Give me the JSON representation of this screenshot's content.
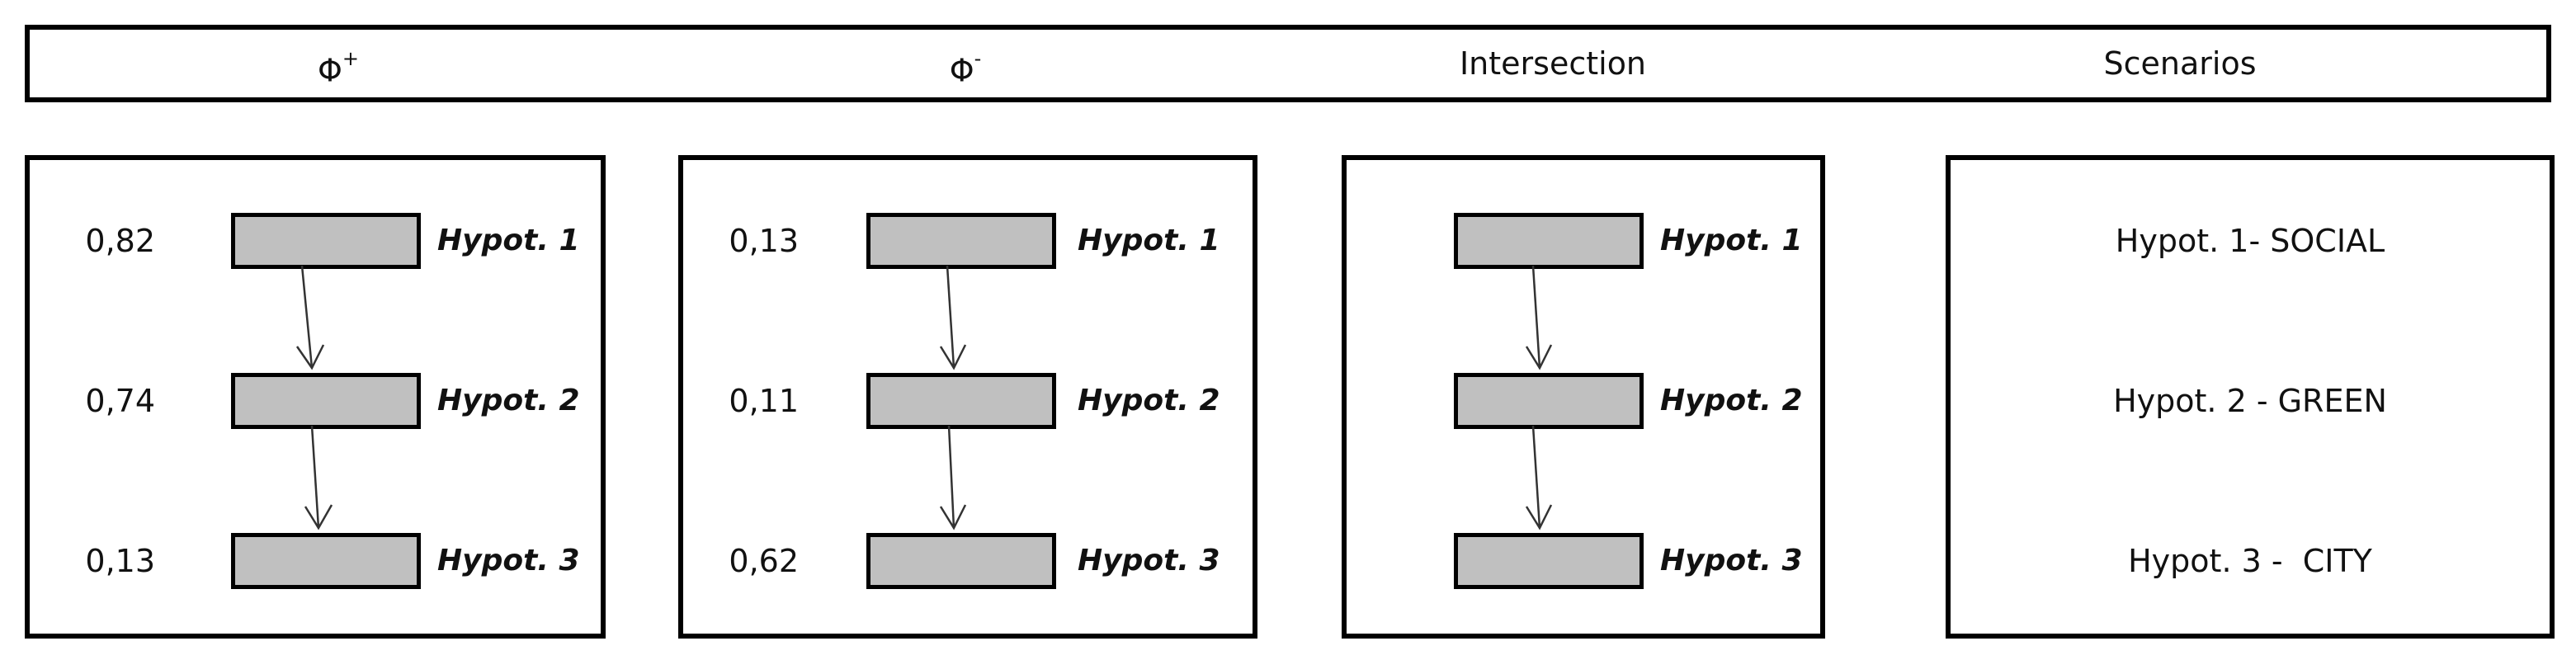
{
  "header": {
    "phi_plus": {
      "symbol": "Φ",
      "sup": "+"
    },
    "phi_minus": {
      "symbol": "Φ",
      "sup": "-"
    },
    "intersection": "Intersection",
    "scenarios": "Scenarios"
  },
  "panels": {
    "phi_plus": {
      "rows": [
        {
          "value": "0,82",
          "hypothesis": "Hypot. 1"
        },
        {
          "value": "0,74",
          "hypothesis": "Hypot. 2"
        },
        {
          "value": "0,13",
          "hypothesis": "Hypot. 3"
        }
      ]
    },
    "phi_minus": {
      "rows": [
        {
          "value": "0,13",
          "hypothesis": "Hypot. 1"
        },
        {
          "value": "0,11",
          "hypothesis": "Hypot. 2"
        },
        {
          "value": "0,62",
          "hypothesis": "Hypot. 3"
        }
      ]
    },
    "intersection": {
      "rows": [
        {
          "hypothesis": "Hypot. 1"
        },
        {
          "hypothesis": "Hypot. 2"
        },
        {
          "hypothesis": "Hypot. 3"
        }
      ]
    },
    "scenarios": {
      "rows": [
        "Hypot. 1- SOCIAL",
        "Hypot. 2 - GREEN",
        "Hypot. 3 -  CITY"
      ]
    }
  }
}
